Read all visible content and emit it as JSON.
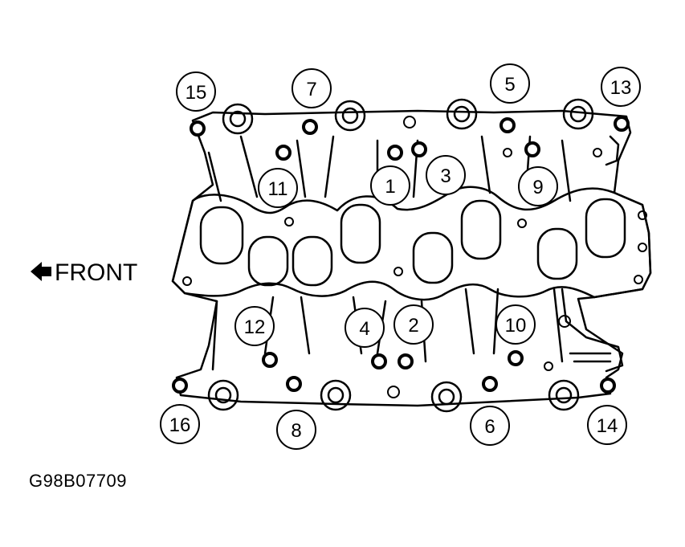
{
  "direction_label": "FRONT",
  "figure_id": "G98B07709",
  "callouts": [
    "1",
    "2",
    "3",
    "4",
    "5",
    "6",
    "7",
    "8",
    "9",
    "10",
    "11",
    "12",
    "13",
    "14",
    "15",
    "16"
  ],
  "colors": {
    "line": "#000000",
    "background": "#ffffff"
  }
}
